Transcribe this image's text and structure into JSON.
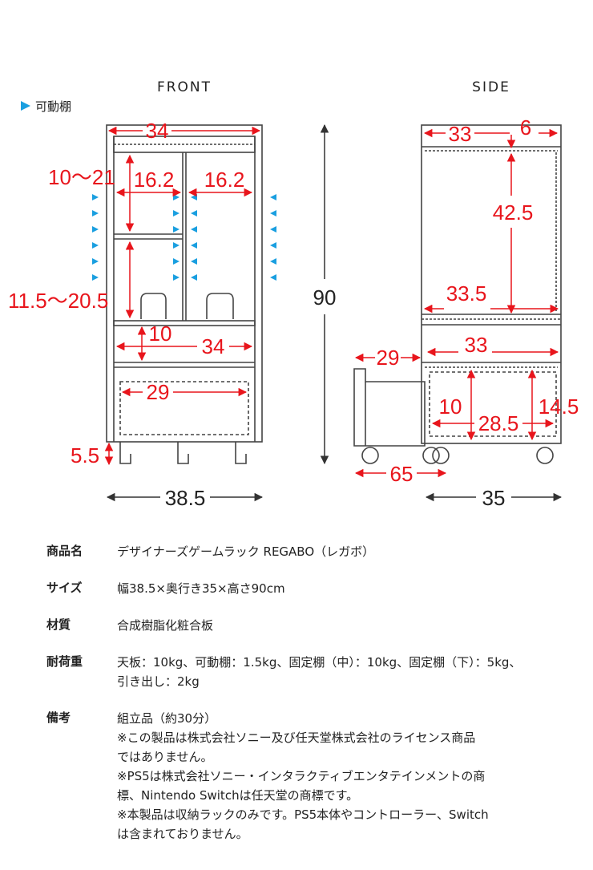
{
  "views": {
    "front": "FRONT",
    "side": "SIDE"
  },
  "legend": {
    "label": "可動棚",
    "arrow_color": "#1a9fe0"
  },
  "colors": {
    "dimension": "#e8151c",
    "outline": "#444444"
  },
  "front_dims": {
    "top_width": "34",
    "shelf_height_range": "10～21",
    "left_inner_width": "16.2",
    "right_inner_width": "16.2",
    "lower_range": "11.5～20.5",
    "drawer_gap": "10",
    "inner_width": "34",
    "drawer_width": "29",
    "foot_height": "5.5",
    "total_width": "38.5"
  },
  "total_height": "90",
  "side_dims": {
    "top_depth": "33",
    "back_gap": "6",
    "upper_height": "42.5",
    "shelf_depth": "33.5",
    "drawer_pull": "29",
    "lower_depth": "33",
    "drawer_inner_h": "10",
    "drawer_depth": "28.5",
    "drawer_h": "14.5",
    "extended_depth": "65",
    "total_depth": "35"
  },
  "specs": [
    {
      "key": "商品名",
      "lines": [
        "デザイナーズゲームラック REGABO（レガボ）"
      ]
    },
    {
      "key": "サイズ",
      "lines": [
        "幅38.5×奥行き35×高さ90cm"
      ]
    },
    {
      "key": "材質",
      "lines": [
        "合成樹脂化粧合板"
      ]
    },
    {
      "key": "耐荷重",
      "lines": [
        "天板：10kg、可動棚：1.5kg、固定棚（中）：10kg、固定棚（下）：5kg、",
        "引き出し：2kg"
      ]
    },
    {
      "key": "備考",
      "lines": [
        "組立品（約30分）",
        "※この製品は株式会社ソニー及び任天堂株式会社のライセンス商品",
        "ではありません。",
        "※PS5は株式会社ソニー・インタラクティブエンタテインメントの商",
        "標、Nintendo Switchは任天堂の商標です。",
        "※本製品は収納ラックのみです。PS5本体やコントローラー、Switch",
        "は含まれておりません。"
      ]
    }
  ]
}
